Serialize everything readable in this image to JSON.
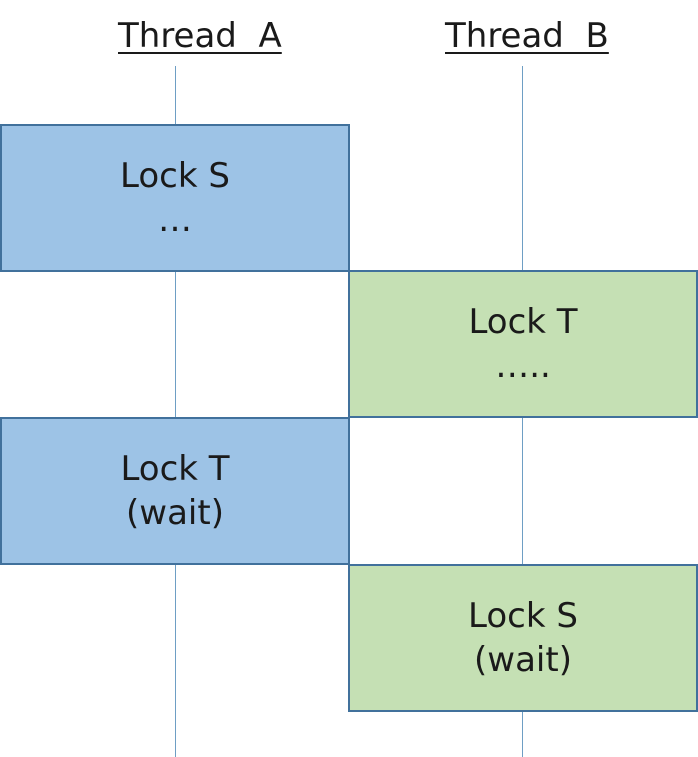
{
  "headers": {
    "thread_a": "Thread  A",
    "thread_b": "Thread  B"
  },
  "blocks": [
    {
      "thread": "A",
      "line1": "Lock S",
      "line2": "…"
    },
    {
      "thread": "B",
      "line1": "Lock T",
      "line2": "….."
    },
    {
      "thread": "A",
      "line1": "Lock T",
      "line2": "(wait)"
    },
    {
      "thread": "B",
      "line1": "Lock S",
      "line2": "(wait)"
    }
  ],
  "colors": {
    "thread_a_fill": "#9dc3e6",
    "thread_b_fill": "#c5e0b4",
    "border": "#41719c",
    "lifeline": "#6e9ec4"
  }
}
